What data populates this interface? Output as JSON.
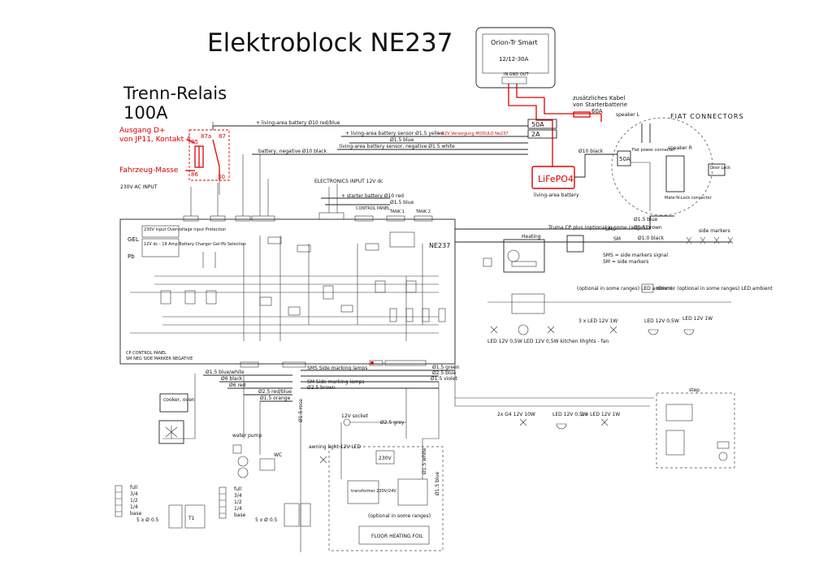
{
  "title": "Elektroblock NE237",
  "relay": {
    "title_line1": "Trenn-Relais",
    "title_line2": "100A",
    "pin_87a": "87a",
    "pin_87": "87",
    "pin_85": "85",
    "pin_86": "86",
    "pin_30": "30"
  },
  "red_notes": {
    "ausgang_line1": "Ausgang D+",
    "ausgang_line2": "von JP11, Kontakt 4",
    "masse": "Fahrzeug-Masse",
    "cable_line1": "zusätzliches Kabel",
    "cable_line2": "von Starterbatterie",
    "cable_line3": "60A",
    "versorgung": "+ 12V Versorgung MODULO Ne237"
  },
  "orion": {
    "name": "Orion-Tr Smart",
    "rating": "12/12-30A",
    "terminals": "IN GND OUT"
  },
  "lifepo4": {
    "label": "LiFePO4",
    "caption": "living-area battery"
  },
  "fuses": {
    "f50a": "50A",
    "f2a": "2A",
    "f50a_b": "50A"
  },
  "wires": {
    "living_battery": "+ living-area battery  Ø10 red/blue",
    "sensor_yellow": "+ living-area battery sensor  Ø1.5 yellow",
    "blue": "Ø1.5 blue",
    "sensor_negative": "living-area battery sensor, negative  Ø1.5 white",
    "battery_negative": "battery, negative  Ø10 black",
    "starter": "+ starter battery  Ø10 red",
    "starter_blue": "Ø1.5 blue",
    "black10": "Ø10 black",
    "sm_blue": "Ø1.5 blue",
    "sms_brown": "Ø1.5 brown",
    "sm_black": "Ø1.0 black",
    "blue_white": "Ø1.5 blue/white",
    "black6": "Ø6 black",
    "red6": "Ø6 red",
    "redblue25": "Ø2.5 red/blue",
    "orange": "Ø1.5 orange",
    "green": "Ø1.5 green",
    "blue25": "Ø2.5 blue",
    "brown25": "Ø2.5 brown",
    "violet": "Ø1.5 violet",
    "rose": "Ø1.5 rose",
    "grey": "Ø2.5 grey",
    "white": "Ø1.5 white",
    "blue15": "Ø1.5 blue"
  },
  "labels": {
    "speaker_l": "speaker L",
    "speaker_r": "speaker R",
    "fiat_connectors": "FIAT CONNECTORS",
    "fiat_power": "Fiat power connector",
    "door_lock": "Door Lock",
    "mate_n_lock": "Mate-N-Lock connector",
    "ac_input": "230V AC INPUT",
    "electronics_input": "ELECTRONICS INPUT 12V dc",
    "control_panel": "CONTROL PANEL",
    "tank1": "TANK 1",
    "tank2": "TANK 2",
    "ne237": "NE237",
    "gel": "GEL",
    "pb": "Pb",
    "overvoltage": "230V input Overvoltage input Protection",
    "charger": "12V dc - 18 Amp Battery Charger Gel-Pb Selection",
    "heating": "Heating",
    "truma": "Truma CP plus (optional in some ranges)",
    "sms": "SMS",
    "sm": "SM",
    "side_markers": "side markers",
    "sms_signal": "SMS = side markers signal",
    "sm_def": "SM = side markers",
    "led_ambient_opt": "(optional in some ranges) LED ambient",
    "dimmer": "dimmer (optional in some ranges) LED ambient",
    "led_3x": "3 x LED  12V 1W",
    "led_05a": "LED 12V 0,5W",
    "led_1w": "LED 12V 1W",
    "kitchen": "LED 12V 0,5W   LED 12V 0,5W  kitchen lihghts - fan",
    "g4": "2x G4 12V 10W",
    "led_05b": "LED 12V 0,5W",
    "led_2x": "2 x LED 12V 1W",
    "step": "step",
    "cooker": "cooker, oven",
    "water_pump": "water pump",
    "wc": "WC",
    "awning": "awning light 12V LED",
    "socket": "12V socket",
    "v230": "230V",
    "transformer": "transformer 230V/24V",
    "optional": "(optional in some ranges)",
    "floor_heating": "FLOOR HEATING FOIL",
    "side_lamps_sms": "SMS  Side marking lamps",
    "side_lamps_sm": "SM  Side marking lamps",
    "control_panel_legend": "CP  CONTROL PANEL",
    "side_marker_negative": "SM NEG  SIDE MARKER NEGATIVE",
    "full": "full",
    "three_quarter": "3/4",
    "half": "1/2",
    "quarter": "1/4",
    "base": "base",
    "five_x": "5 x Ø 0.5",
    "t1": "T1"
  },
  "colors": {
    "red": "#e00000",
    "ink": "#222222"
  }
}
